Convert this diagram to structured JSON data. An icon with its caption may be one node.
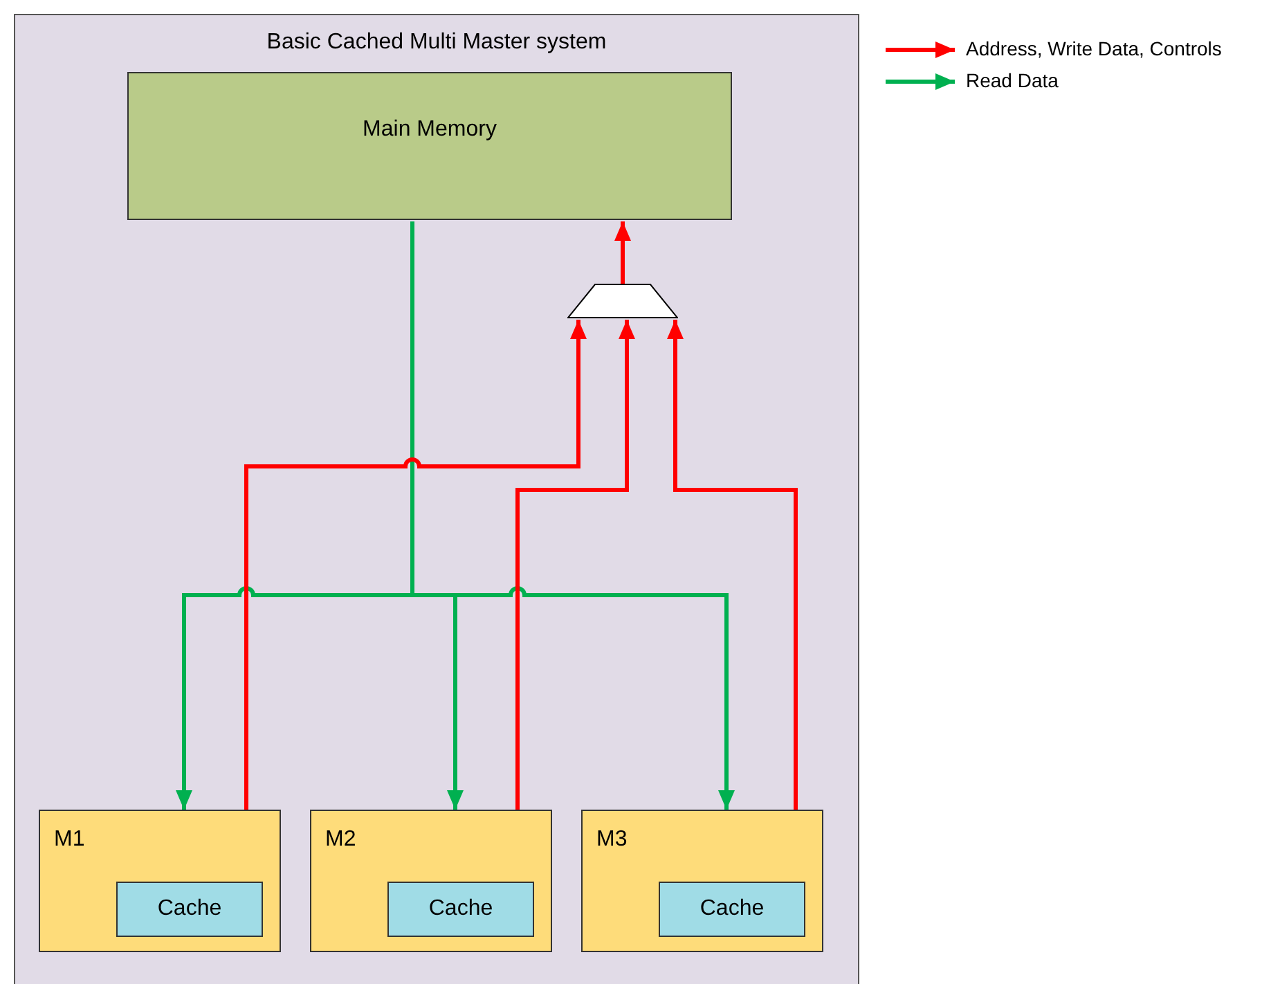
{
  "diagram": {
    "nodes": [
      {
        "text": [
          "Basic Cached Multi Master system"
        ]
      },
      {
        "text": [
          "Main Memory"
        ],
        "in": 0
      },
      {
        "text": [],
        "shape": "trapezoid",
        "in": 0
      },
      {
        "text": [
          "M1"
        ],
        "in": 0
      },
      {
        "text": [
          "Cache"
        ],
        "in": 3
      },
      {
        "text": [
          "M2"
        ],
        "in": 0
      },
      {
        "text": [
          "Cache"
        ],
        "in": 5
      },
      {
        "text": [
          "M3"
        ],
        "in": 0
      },
      {
        "text": [
          "Cache"
        ],
        "in": 7
      }
    ],
    "edges": [
      {
        "from": 2,
        "to": 1,
        "arrow": "to",
        "color": "#ff0000"
      },
      {
        "from": 1,
        "to": 3,
        "arrow": "to",
        "color": "#00b050"
      },
      {
        "from": 1,
        "to": 5,
        "arrow": "to",
        "color": "#00b050"
      },
      {
        "from": 1,
        "to": 7,
        "arrow": "to",
        "color": "#00b050"
      },
      {
        "from": 3,
        "to": 2,
        "arrow": "to",
        "color": "#ff0000"
      },
      {
        "from": 5,
        "to": 2,
        "arrow": "to",
        "color": "#ff0000"
      },
      {
        "from": 7,
        "to": 2,
        "arrow": "to",
        "color": "#ff0000"
      }
    ],
    "legend": [
      {
        "text": "Address, Write Data, Controls",
        "color": "#ff0000"
      },
      {
        "text": "Read Data",
        "color": "#00b050"
      }
    ]
  }
}
